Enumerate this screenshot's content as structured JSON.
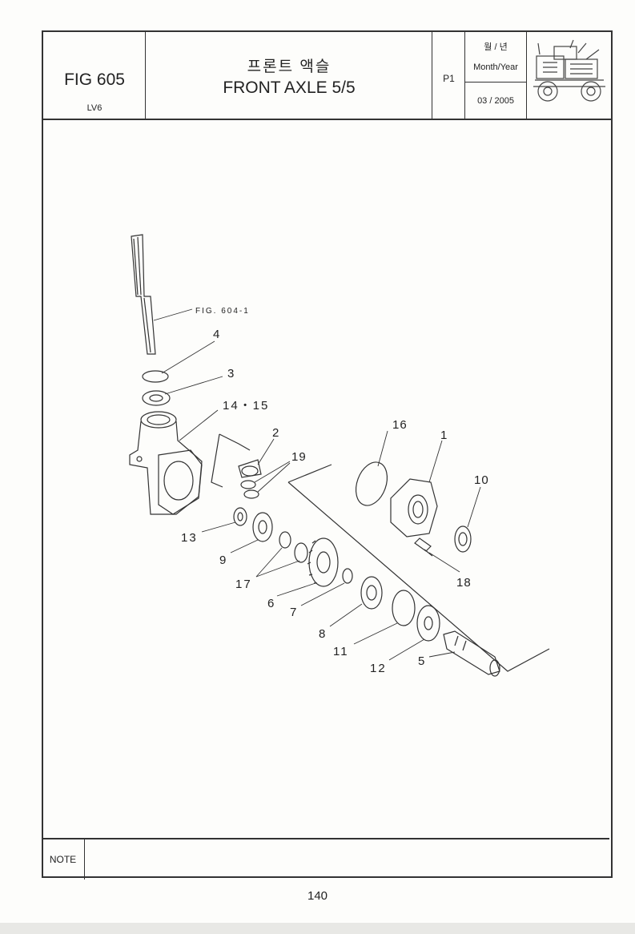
{
  "header": {
    "fig_number": "FIG 605",
    "model": "LV6",
    "title_korean": "프론트 액슬",
    "title_english": "FRONT AXLE 5/5",
    "page_label": "P1",
    "date_label_korean": "월 / 년",
    "date_label_english": "Month/Year",
    "date_value": "03 / 2005"
  },
  "drawing": {
    "reference_label": "FIG. 604-1",
    "callouts": [
      "4",
      "3",
      "14・15",
      "2",
      "19",
      "16",
      "1",
      "10",
      "13",
      "9",
      "17",
      "6",
      "7",
      "8",
      "18",
      "11",
      "12",
      "5"
    ]
  },
  "note": {
    "label": "NOTE",
    "text": ""
  },
  "footer": {
    "page_number": "140"
  }
}
